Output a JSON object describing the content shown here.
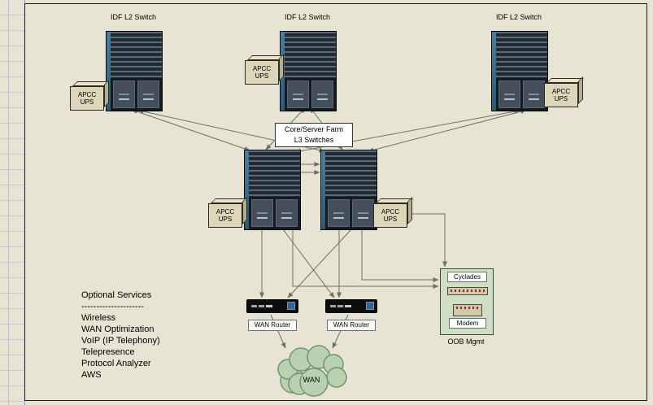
{
  "idf_switches": [
    {
      "label": "IDF L2 Switch"
    },
    {
      "label": "IDF L2 Switch"
    },
    {
      "label": "IDF L2 Switch"
    }
  ],
  "core_label": {
    "line1": "Core/Server Farm",
    "line2": "L3 Switches"
  },
  "ups": {
    "line1": "APCC",
    "line2": "UPS"
  },
  "wan_routers": [
    {
      "label": "WAN Router"
    },
    {
      "label": "WAN Router"
    }
  ],
  "oob": {
    "cyclades_label": "Cyclades",
    "modem_label": "Modem",
    "caption": "OOB Mgmt"
  },
  "cloud_label": "WAN",
  "optional_services": {
    "title": "Optional Services",
    "divider": "---------------------",
    "items": [
      "Wireless",
      "WAN Optimization",
      "VoIP (IP Telephony)",
      "Telepresence",
      "Protocol Analyzer",
      "AWS"
    ]
  },
  "colors": {
    "background": "#e7e4d4",
    "connection_line": "#6e7260",
    "switch_body": "#1b222b",
    "switch_blue_edge": "#3f82a6",
    "ups_fill": "#dbd6b7",
    "oob_fill": "#cfdfc5",
    "cloud_fill": "#b9d1b2",
    "cloud_stroke": "#74946a"
  }
}
